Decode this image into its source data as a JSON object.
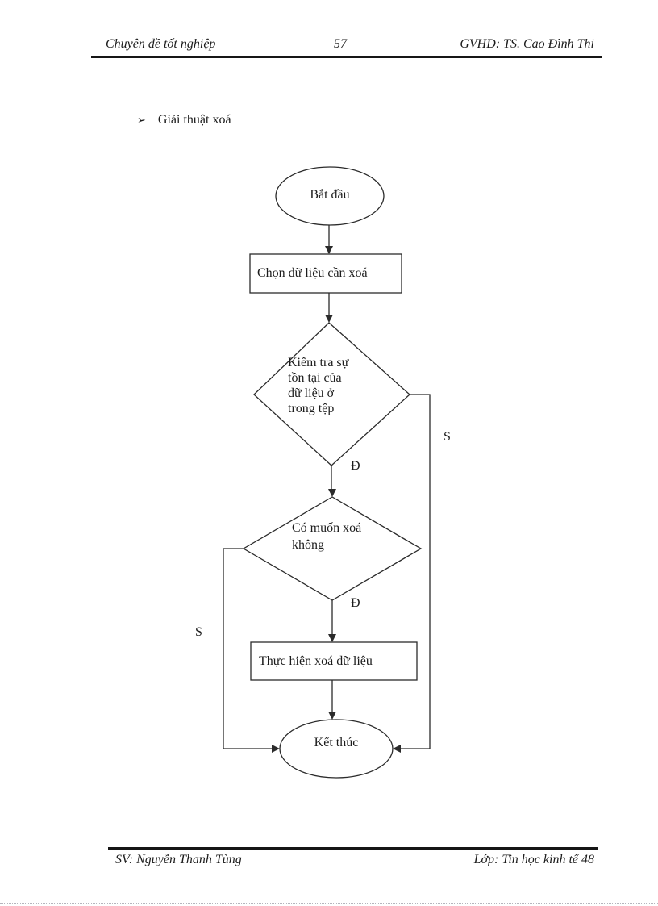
{
  "page": {
    "header": {
      "left": "Chuyên đề tốt nghiệp",
      "page_number": "57",
      "right": "GVHD: TS. Cao Đình Thi"
    },
    "footer": {
      "left": "SV: Nguyễn Thanh Tùng",
      "right": "Lớp: Tin học kinh tế 48"
    },
    "bullet": {
      "marker": "➢",
      "label": "Giải thuật xoá"
    }
  },
  "flowchart": {
    "start": {
      "label": "Bắt đầu"
    },
    "step_select": {
      "label": "Chọn dữ liệu  cần xoá"
    },
    "decision_exists": {
      "lines": [
        "Kiểm tra sự",
        "tồn tại của",
        "dữ liệu  ở",
        "trong tệp"
      ],
      "yes_label": "Đ",
      "no_label": "S"
    },
    "decision_confirm": {
      "lines": [
        "Có muốn  xoá",
        "không"
      ],
      "yes_label": "Đ",
      "no_label": "S"
    },
    "step_delete": {
      "label": "Thực hiện  xoá dữ liệu"
    },
    "end": {
      "label": "Kết thúc"
    }
  },
  "colors": {
    "stroke": "#2b2b2b",
    "text": "#1c1c1c",
    "rule": "#161616",
    "dotted": "#b5b5bd"
  }
}
